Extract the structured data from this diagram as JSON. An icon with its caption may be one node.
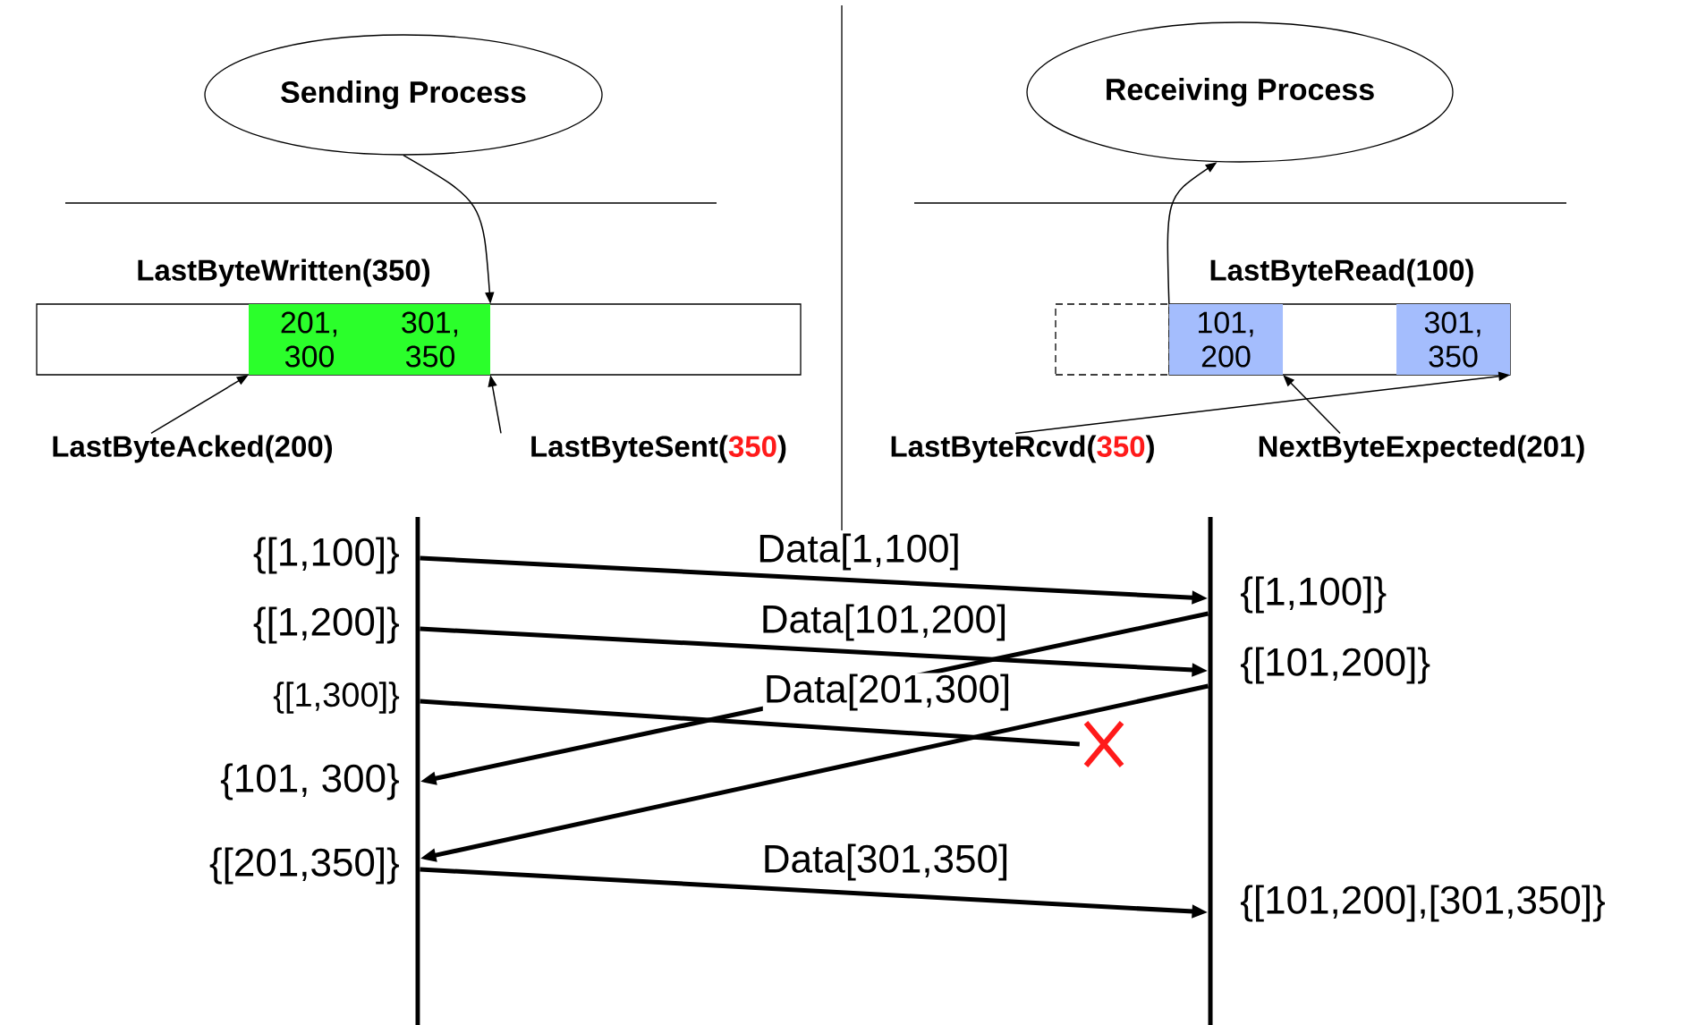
{
  "diagram": {
    "nodes": [
      {
        "text": [
          "Sending Process"
        ]
      },
      {
        "text": [
          "Receiving Process"
        ]
      },
      {
        "text": [],
        "shape": "box"
      },
      {
        "text": [
          "201, 300"
        ],
        "in": 2
      },
      {
        "text": [
          "301, 350"
        ],
        "in": 2
      },
      {
        "text": [],
        "shape": "box"
      },
      {
        "text": [],
        "shape": "box"
      },
      {
        "text": [
          "101, 200"
        ],
        "in": 6
      },
      {
        "text": [
          "301, 350"
        ],
        "in": 6
      },
      {
        "text": [
          "LastByteAcked(200)"
        ]
      },
      {
        "text": [
          "LastByteSent(",
          "350",
          ")"
        ]
      },
      {
        "text": [
          "LastByteRcvd(",
          "350",
          ")"
        ]
      },
      {
        "text": [
          "NextByteExpected(201)"
        ]
      },
      {
        "text": [],
        "shape": "bar"
      },
      {
        "text": [],
        "shape": "bar"
      },
      {
        "text": [],
        "shape": "cross"
      }
    ],
    "edges": [
      {
        "from": 0,
        "to": 4,
        "arrow": "to",
        "label": "LastByteWritten(350)"
      },
      {
        "from": 7,
        "to": 1,
        "arrow": "to",
        "label": "LastByteRead(100)"
      },
      {
        "from": 9,
        "to": 3,
        "arrow": "to"
      },
      {
        "from": 10,
        "to": 4,
        "arrow": "to"
      },
      {
        "from": 11,
        "to": 8,
        "arrow": "to"
      },
      {
        "from": 12,
        "to": 7,
        "arrow": "to"
      },
      {
        "from": 13,
        "to": 14,
        "arrow": "to",
        "label": "Data[1,100]",
        "style": "thick"
      },
      {
        "from": 13,
        "to": 14,
        "arrow": "to",
        "label": "Data[101,200]",
        "style": "thick"
      },
      {
        "from": 13,
        "to": 15,
        "arrow": "none",
        "label": "Data[201,300]",
        "style": "thick"
      },
      {
        "from": 14,
        "to": 13,
        "arrow": "to",
        "style": "thick"
      },
      {
        "from": 14,
        "to": 13,
        "arrow": "to",
        "style": "thick"
      },
      {
        "from": 13,
        "to": 14,
        "arrow": "to",
        "label": "Data[301,350]",
        "style": "thick"
      }
    ],
    "labels": [
      "{[1,100]}",
      "{[1,100]}",
      "{[1,200]}",
      "{[101,200]}",
      "{[1,300]}",
      "{101, 300}",
      "{[201,350]}",
      "{[101,200],[301,350]}"
    ]
  }
}
